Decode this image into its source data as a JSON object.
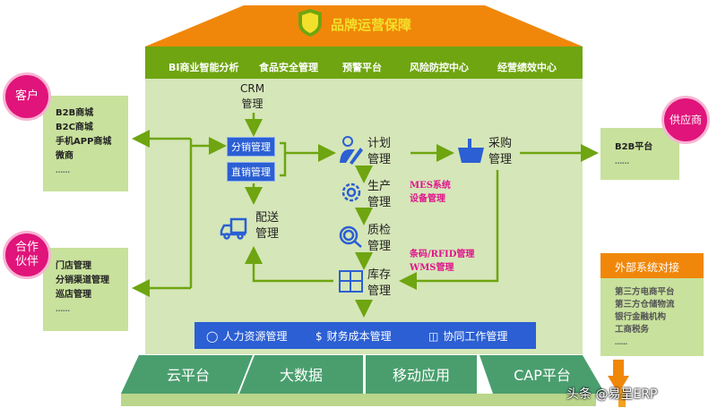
{
  "header": {
    "title": "品牌运营保障"
  },
  "top_modules": [
    "BI商业智能分析",
    "食品安全管理",
    "预警平台",
    "风险防控中心",
    "经营绩效中心"
  ],
  "customers": {
    "label": "客户",
    "items": [
      "B2B商城",
      "B2C商城",
      "手机APP商城",
      "微商",
      "……"
    ]
  },
  "partners": {
    "label": "合作\n伙伴",
    "label_line1": "合作",
    "label_line2": "伙伴",
    "items": [
      "门店管理",
      "分销渠道管理",
      "巡店管理",
      "……"
    ]
  },
  "supplier": {
    "label": "供应商",
    "items": [
      "B2B平台",
      "……"
    ]
  },
  "external": {
    "title": "外部系统对接",
    "items": [
      "第三方电商平台",
      "第三方仓储物流",
      "银行金融机构",
      "工商税务",
      "……"
    ]
  },
  "flow": {
    "crm": [
      "CRM",
      "管理"
    ],
    "distribution": "分销管理",
    "direct_sales": "直销管理",
    "delivery": [
      "配送",
      "管理"
    ],
    "plan": [
      "计划",
      "管理"
    ],
    "purchase": [
      "采购",
      "管理"
    ],
    "production": [
      "生产",
      "管理"
    ],
    "quality": [
      "质检",
      "管理"
    ],
    "inventory": [
      "库存",
      "管理"
    ],
    "notes_production": [
      "MES系统",
      "设备管理"
    ],
    "notes_inventory": [
      "条码/RFID管理",
      "WMS管理"
    ]
  },
  "support_bar": [
    "人力资源管理",
    "财务成本管理",
    "协同工作管理"
  ],
  "platforms": [
    "云平台",
    "大数据",
    "移动应用",
    "CAP平台"
  ],
  "watermark": "头条 @易呈ERP",
  "colors": {
    "orange": "#f0870a",
    "green": "#6ea510",
    "body": "#d5e6b8",
    "blue": "#2b5fd3",
    "magenta": "#e0147a",
    "platform": "#4a9e6e"
  }
}
